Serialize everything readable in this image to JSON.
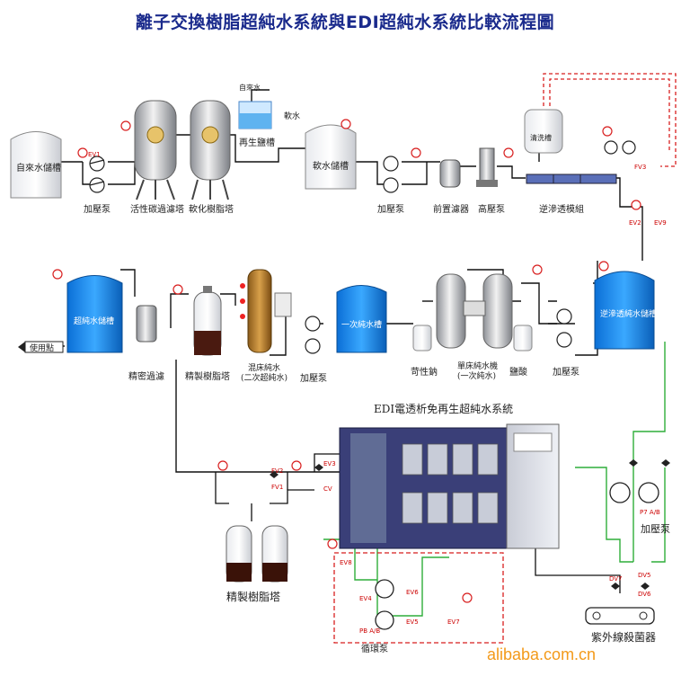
{
  "title": "離子交換樹脂超純水系統與EDI超純水系統比較流程圖",
  "watermark": "alibaba.com.cn",
  "colors": {
    "title": "#1a2a8c",
    "pipe": "#111111",
    "pipe_green": "#2fae3a",
    "pipe_red": "#d81f1f",
    "watermark": "#f39a1a",
    "tank_blue": "#1e90ff"
  },
  "labels": {
    "raw_tank": "自來水儲槽",
    "booster_pump_1": "加壓泵",
    "carbon_filter": "活性碳過濾塔",
    "softener": "軟化樹脂塔",
    "tap_water": "自來水",
    "regen_salt": "再生鹽槽",
    "soft_water": "軟水",
    "soft_tank": "軟水儲槽",
    "booster_pump_2": "加壓泵",
    "prefilter": "前置濾器",
    "hp_pump": "高壓泵",
    "ro_modules": "逆滲透模組",
    "cleaning_tank": "清洗槽",
    "ro_tank": "逆滲透純水儲槽",
    "booster_pump_3": "加壓泵",
    "salt": "鹽酸",
    "caustic": "苛性鈉",
    "dual_bed": "單床純水機",
    "dual_bed_sub": "(一次純水)",
    "primary_tank": "一次純水槽",
    "booster_pump_4": "加壓泵",
    "mixed_bed": "混床純水",
    "mixed_bed_sub": "(二次超純水)",
    "polish_resin": "精製樹脂塔",
    "precision_filter": "精密過濾",
    "upw_tank": "超純水儲槽",
    "use_point": "使用點",
    "edi_title": "EDI電透析免再生超純水系統",
    "polish_resin_2": "精製樹脂塔",
    "circ_pump": "循環泵",
    "uv": "紫外線殺菌器",
    "booster_pump_5": "加壓泵"
  },
  "tags": {
    "ev1": "EV1",
    "ev2": "EV2",
    "ev3": "EV3",
    "ev4": "EV4",
    "ev5": "EV5",
    "ev6": "EV6",
    "ev7": "EV7",
    "ev8": "EV8",
    "ev9": "EV9",
    "fv1": "FV1",
    "fv2": "FV2",
    "fv3": "FV3",
    "cv": "CV",
    "dv5": "DV5",
    "dv6": "DV6",
    "dv7": "DV7",
    "pb": "PB A/B",
    "p7": "P7 A/B"
  }
}
